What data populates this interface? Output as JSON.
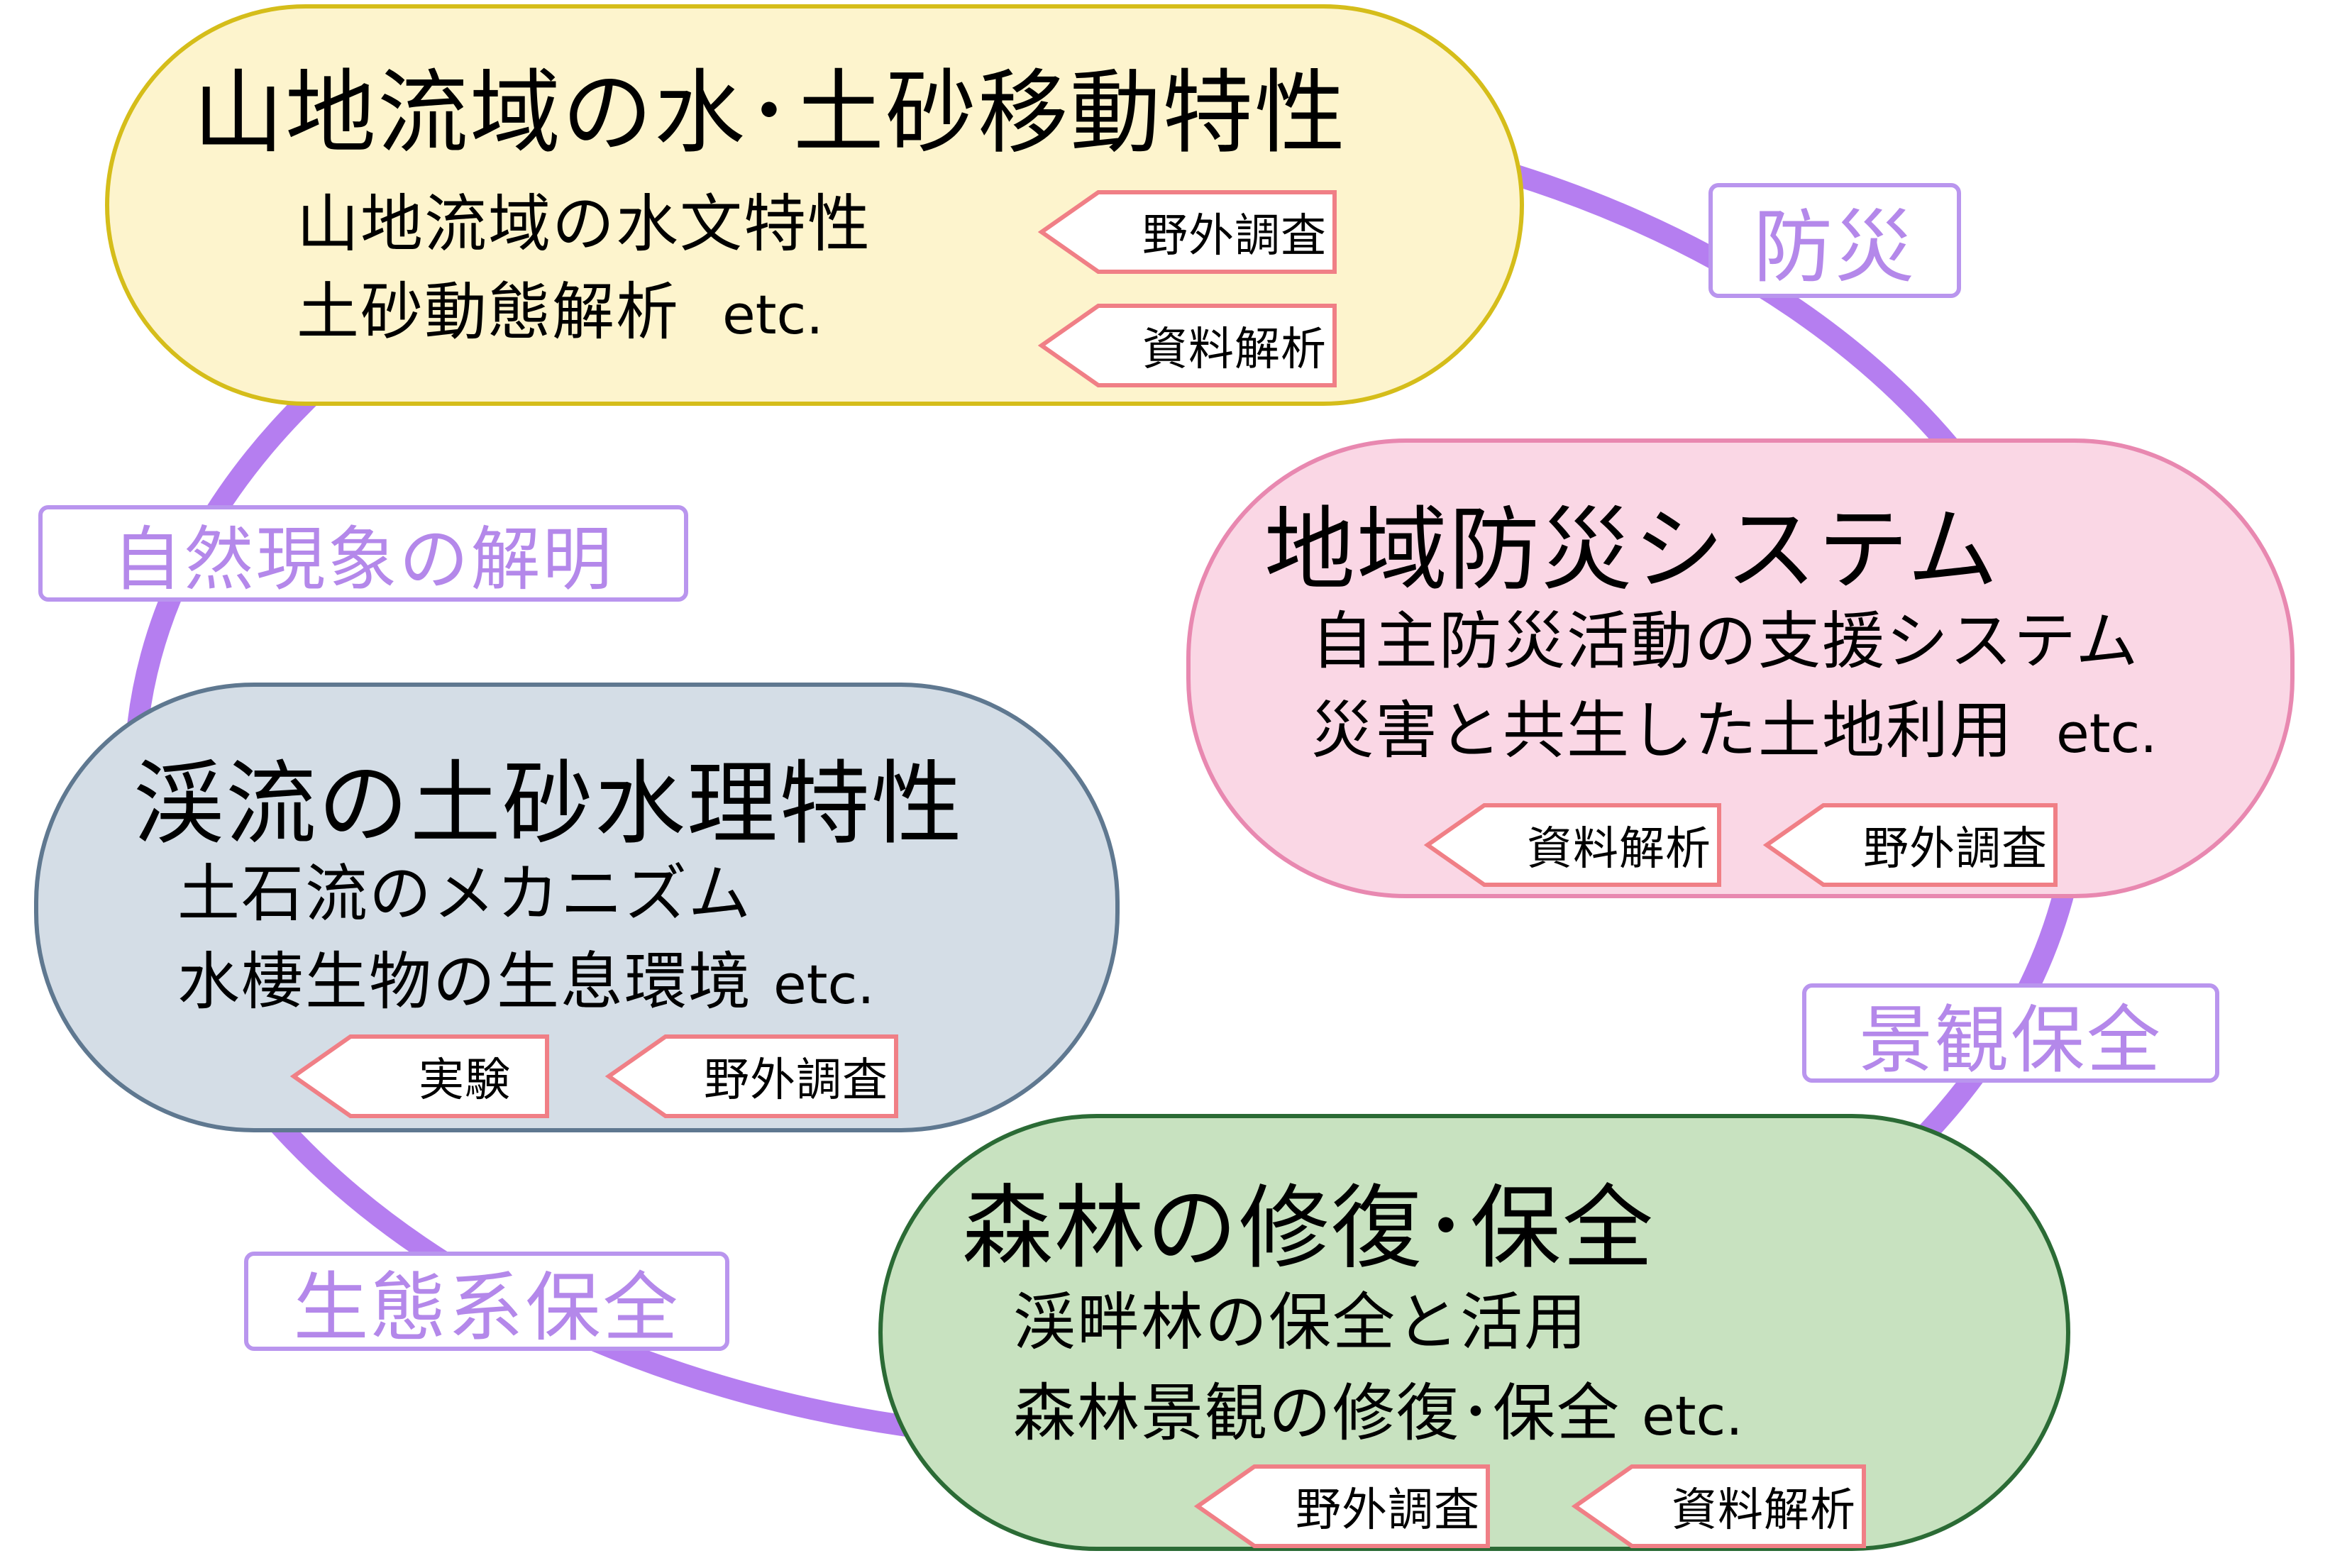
{
  "colors": {
    "ring": "#b57ef0",
    "theme_border": "#b995ee",
    "theme_text": "#b488ea",
    "tag_border": "#f07f86",
    "node_mountain_fill": "#fdf4cd",
    "node_mountain_border": "#d5bd1a",
    "node_disaster_fill": "#fad7e5",
    "node_disaster_border": "#e888b0",
    "node_stream_fill": "#d4dde6",
    "node_stream_border": "#5f7890",
    "node_forest_fill": "#c8e2c0",
    "node_forest_border": "#2b6b35"
  },
  "themes": {
    "disaster_prevention": "防災",
    "natural_phenomena": "自然現象の解明",
    "landscape": "景観保全",
    "ecosystem": "生態系保全"
  },
  "nodes": {
    "mountain": {
      "title": "山地流域の水･土砂移動特性",
      "item1": "山地流域の水文特性",
      "item2": "土砂動態解析",
      "etc": "etc.",
      "tag1": "野外調査",
      "tag2": "資料解析"
    },
    "disaster": {
      "title": "地域防災システム",
      "item1": "自主防災活動の支援システム",
      "item2": "災害と共生した土地利用",
      "etc": "etc.",
      "tag1": "資料解析",
      "tag2": "野外調査"
    },
    "stream": {
      "title": "渓流の土砂水理特性",
      "item1": "土石流のメカニズム",
      "item2": "水棲生物の生息環境",
      "etc": "etc.",
      "tag1": "実験",
      "tag2": "野外調査"
    },
    "forest": {
      "title": "森林の修復･保全",
      "item1": "渓畔林の保全と活用",
      "item2": "森林景観の修復･保全",
      "etc": "etc.",
      "tag1": "野外調査",
      "tag2": "資料解析"
    }
  }
}
